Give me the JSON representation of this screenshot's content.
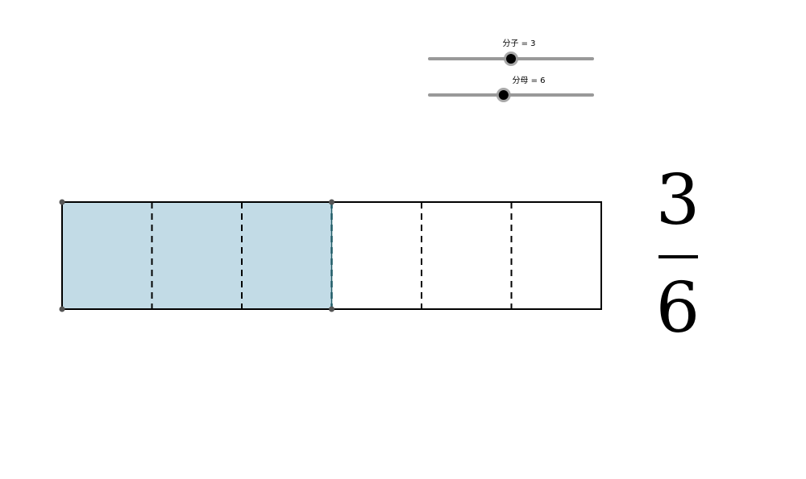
{
  "sliders": {
    "numerator": {
      "name": "分子",
      "value": 3,
      "label": "分子 = 3",
      "min": 0,
      "max": 6
    },
    "denominator": {
      "name": "分母",
      "value": 6,
      "label": "分母 = 6",
      "min": 1,
      "max": 12
    }
  },
  "fraction_display": {
    "numerator": "3",
    "denominator": "6"
  },
  "colors": {
    "filled": "#c2dbe6",
    "filled_border": "#1f5b66",
    "outline": "#000000",
    "slider_track": "#999999",
    "slider_knob": "#000000",
    "vertex": "#555555"
  }
}
